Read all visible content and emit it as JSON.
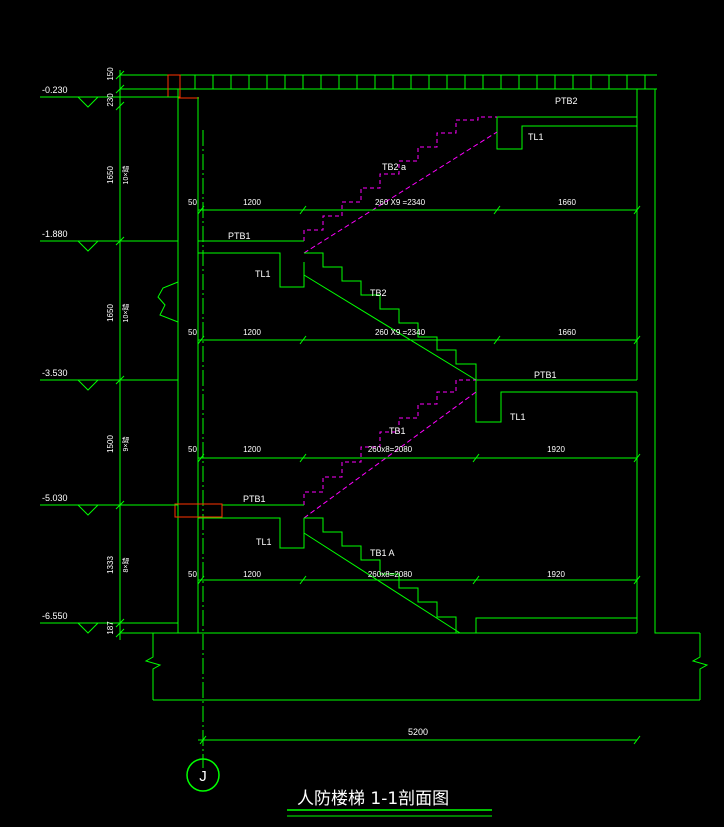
{
  "levels": [
    "-0.230",
    "-1.880",
    "-3.530",
    "-5.030",
    "-6.550"
  ],
  "heights": {
    "top": "150",
    "h230": "230",
    "h1650a": "1650",
    "h1650a_steps": "10×踏",
    "h1650b": "1650",
    "h1650b_steps": "10×踏",
    "h1500": "1500",
    "h1500_steps": "9×踏",
    "h1333": "1333",
    "h1333_steps": "8×踏",
    "h187": "187"
  },
  "spans": [
    {
      "c50": "50",
      "landing": "1200",
      "flight": "260 X9 =2340",
      "rest": "1660"
    },
    {
      "c50": "50",
      "landing": "1200",
      "flight": "260 X9 =2340",
      "rest": "1660"
    },
    {
      "c50": "50",
      "landing": "1200",
      "flight": "260x8=2080",
      "rest": "1920"
    },
    {
      "c50": "50",
      "landing": "1200",
      "flight": "260x8=2080",
      "rest": "1920"
    }
  ],
  "labels": {
    "ptb2": "PTB2",
    "tl1_top": "TL1",
    "tb2a": "TB2 a",
    "ptb1_a": "PTB1",
    "tl1_a": "TL1",
    "tb2": "TB2",
    "ptb1_b": "PTB1",
    "tl1_b": "TL1",
    "tb1": "TB1",
    "ptb1_c": "PTB1",
    "tl1_c": "TL1",
    "tb1a": "TB1 A"
  },
  "overall_dim": "5200",
  "axis_label": "J",
  "title": "人防楼梯    1-1剖面图",
  "colors": {
    "structure": "#00ff00",
    "dashed_flight": "#ff00ff",
    "marker": "#ff3300",
    "text": "#ffffff",
    "bg": "#000000"
  }
}
